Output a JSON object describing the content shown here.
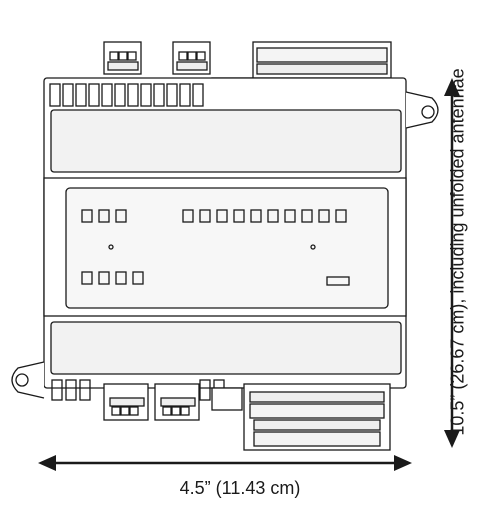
{
  "dimensions": {
    "width_label": "4.5” (11.43 cm)",
    "height_label": "10.5” (26.67 cm), including unfolded antennae"
  },
  "colors": {
    "outline": "#1a1a1a",
    "body_fill": "#ffffff",
    "panel_fill": "#f2f2f2",
    "inner_panel_fill": "#f7f7f7"
  },
  "indicators": {
    "top_left_group": 3,
    "top_right_group": 10,
    "bottom_left_group": 4
  }
}
